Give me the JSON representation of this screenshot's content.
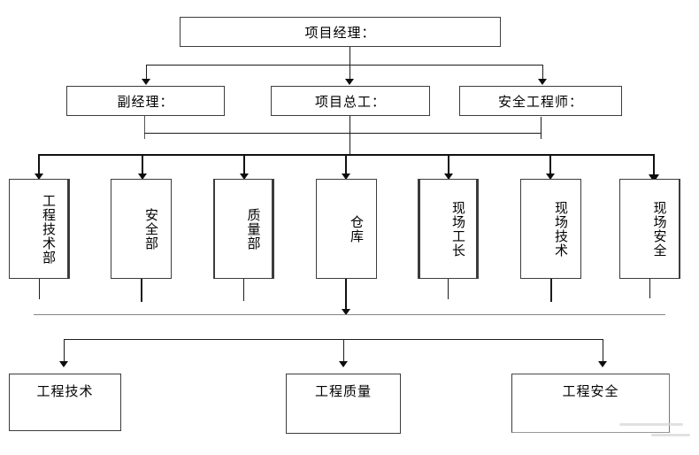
{
  "org_chart": {
    "level1": {
      "label": "项目经理："
    },
    "level2": [
      {
        "label": "副经理："
      },
      {
        "label": "项目总工："
      },
      {
        "label": "安全工程师："
      }
    ],
    "departments": [
      {
        "label": "工程技术部"
      },
      {
        "label": "安全部"
      },
      {
        "label": "质量部"
      },
      {
        "label": "仓库"
      },
      {
        "label": "现场工长"
      },
      {
        "label": "现场技术"
      },
      {
        "label": "现场安全"
      }
    ],
    "groups": [
      {
        "label": "工程技术"
      },
      {
        "label": "工程质量"
      },
      {
        "label": "工程安全"
      }
    ]
  },
  "colors": {
    "background": "#ffffff",
    "line": "#1c1c1c",
    "box_border": "#3c3c3c",
    "divider_gray": "#858585",
    "text": "#000000"
  }
}
